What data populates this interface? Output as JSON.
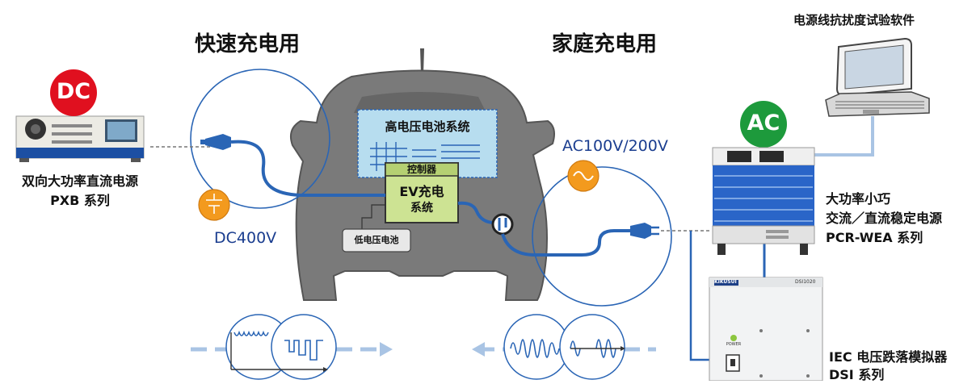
{
  "headings": {
    "fast_charging": "快速充电用",
    "home_charging": "家庭充电用"
  },
  "badges": {
    "dc": "DC",
    "ac": "AC"
  },
  "car": {
    "hv_battery": "高电压电池系统",
    "controller": "控制器",
    "ev_charging_system_line1": "EV充电",
    "ev_charging_system_line2": "系统",
    "lv_battery": "低电压电池"
  },
  "voltages": {
    "dc": "DC400V",
    "ac": "AC100V/200V"
  },
  "products": {
    "pxb": {
      "line1": "双向大功率直流电源",
      "line2": "PXB 系列"
    },
    "software": {
      "label": "电源线抗扰度试验软件"
    },
    "pcr": {
      "line1": "大功率小巧",
      "line2": "交流／直流稳定电源",
      "line3": "PCR-WEA 系列"
    },
    "dsi": {
      "line1": "IEC 电压跌落模拟器",
      "line2": "DSI 系列",
      "panel_brand": "KIKUSUI",
      "panel_model": "DSI1020",
      "power_label": "POWER"
    }
  },
  "colors": {
    "blue": "#2a65b5",
    "dc_red": "#e0101f",
    "ac_green": "#1d9a3c",
    "orange": "#f39a1e",
    "light_blue": "#a9c4e4",
    "car_gray": "#6f6f6f",
    "panel_blue": "#b5dcef",
    "controller_green": "#cfe49a"
  }
}
